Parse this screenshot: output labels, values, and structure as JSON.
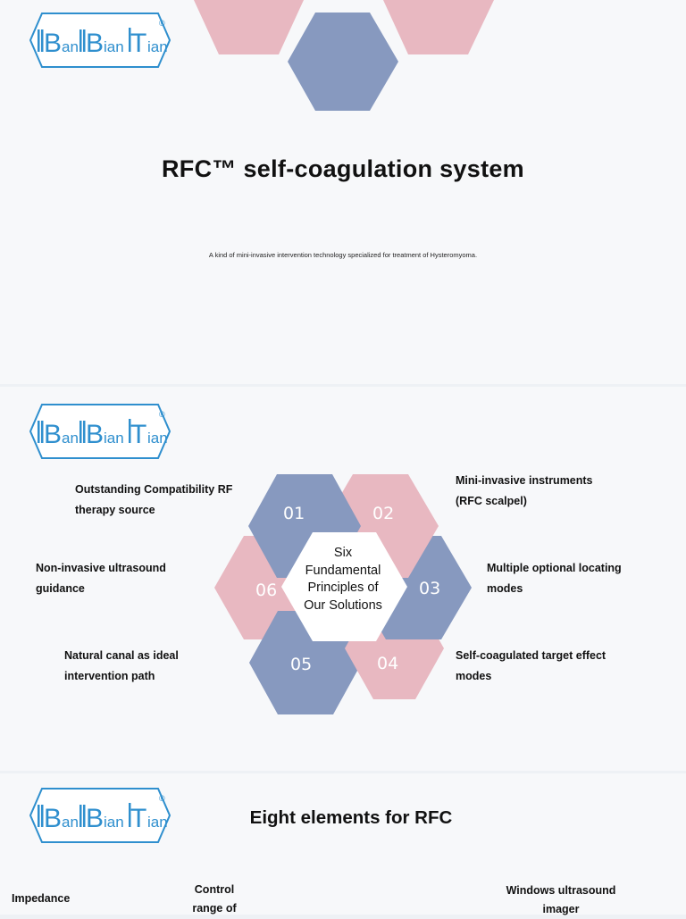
{
  "brand": {
    "logo_text": "BanBianTian",
    "registered_mark": "®"
  },
  "slide1": {
    "title": "RFC™ self-coagulation system",
    "subtitle": "A kind of mini-invasive intervention technology specialized for treatment of Hysteromyoma."
  },
  "slide2": {
    "center_text": [
      "Six",
      "Fundamental",
      "Principles of",
      "Our Solutions"
    ],
    "hex_numbers": [
      "01",
      "02",
      "03",
      "04",
      "05",
      "06"
    ],
    "principles": [
      {
        "line1": "Outstanding Compatibility RF",
        "line2": "therapy source"
      },
      {
        "line1": "Mini-invasive instruments",
        "line2": "(RFC scalpel)"
      },
      {
        "line1": "Multiple optional locating",
        "line2": "modes"
      },
      {
        "line1": "Self-coagulated target effect",
        "line2": "modes"
      },
      {
        "line1": "Natural canal as ideal",
        "line2": "intervention path"
      },
      {
        "line1": "Non-invasive ultrasound",
        "line2": "guidance"
      }
    ]
  },
  "slide3": {
    "title": "Eight elements for RFC",
    "elements": [
      {
        "line1": "Impedance",
        "line2": ""
      },
      {
        "line1": "Control",
        "line2": "range of"
      },
      {
        "line1": "Windows ultrasound",
        "line2": "imager"
      }
    ]
  },
  "colors": {
    "blue": "#8799bf",
    "pink": "#e8b8c1",
    "logo_blue": "#2f8fce"
  }
}
